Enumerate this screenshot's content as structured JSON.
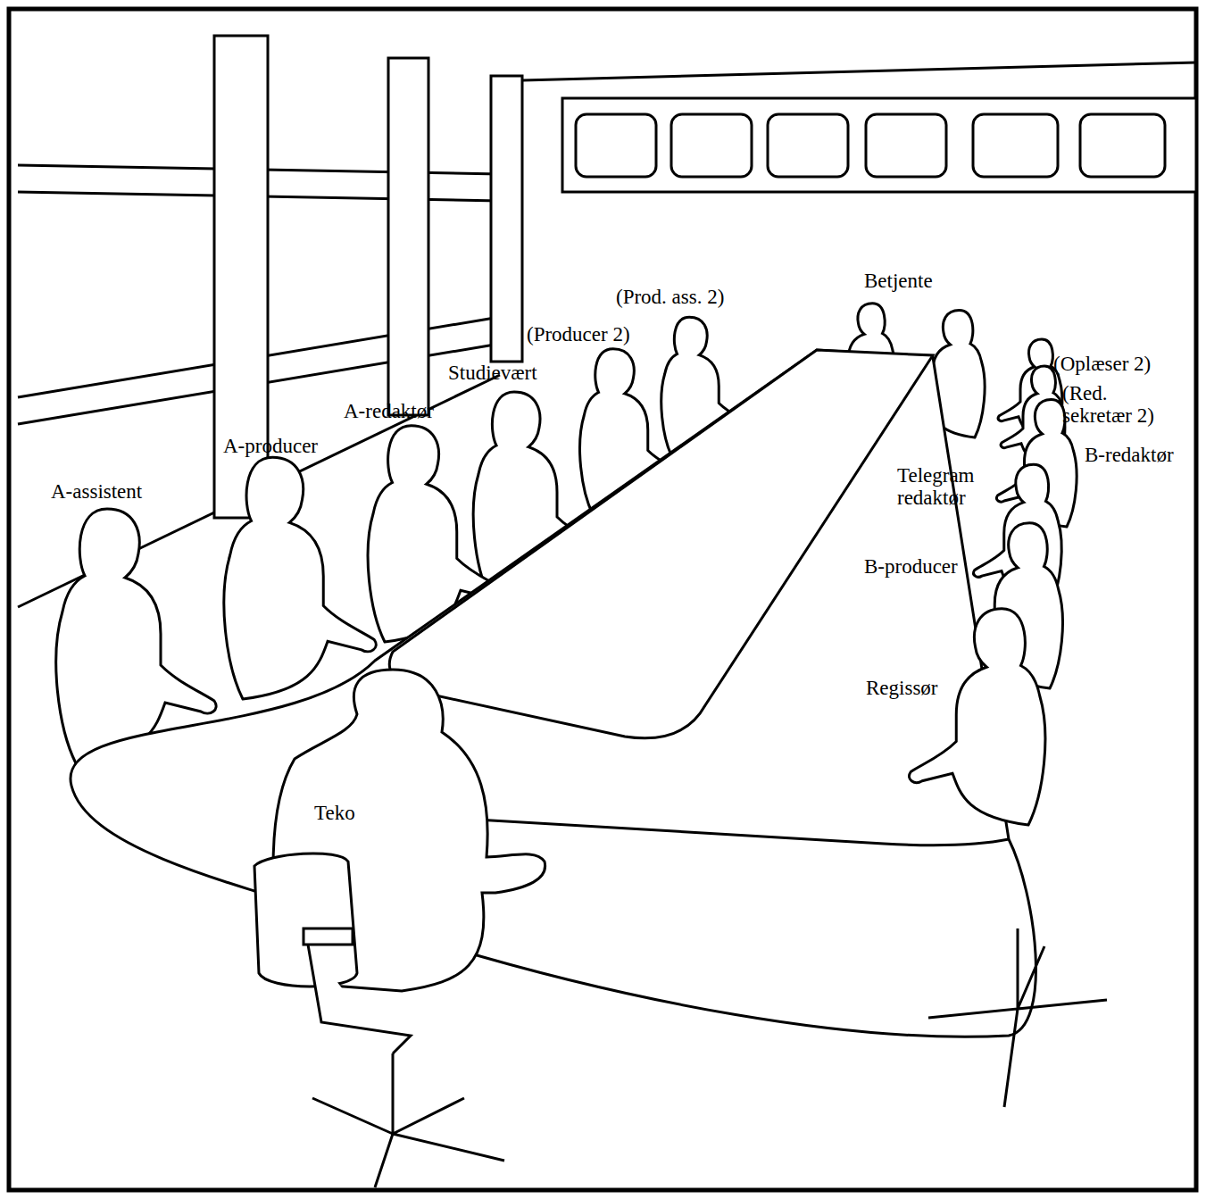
{
  "diagram": {
    "labels": [
      "(Prod. ass. 2)",
      "Betjente",
      "(Producer 2)",
      "Studievært",
      "(Oplæser 2)",
      "(Red. sekretær 2)",
      "A-redaktør",
      "B-redaktør",
      "A-producer",
      "Telegram redaktør",
      "A-assistent",
      "B-producer",
      "Regissør",
      "Teko"
    ]
  }
}
